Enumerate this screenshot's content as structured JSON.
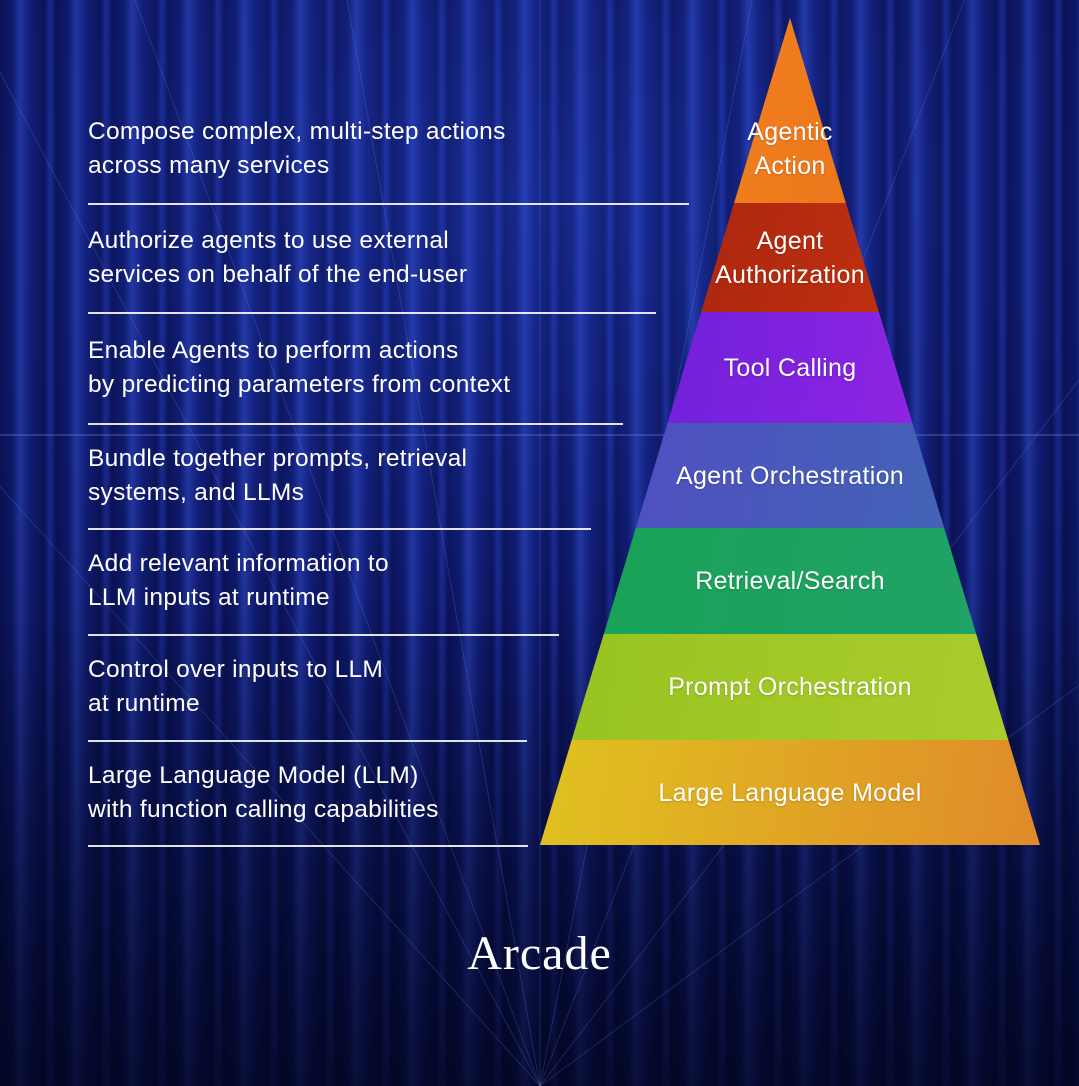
{
  "brand": "Arcade",
  "diagram": {
    "type": "pyramid",
    "title": "Agentic AI stack pyramid",
    "layers": [
      {
        "label": [
          "Agentic",
          "Action"
        ],
        "description": [
          "Compose complex, multi-step actions",
          "across many services"
        ],
        "colors": [
          "#f68b1e",
          "#e5651b"
        ]
      },
      {
        "label": [
          "Agent",
          "Authorization"
        ],
        "description": [
          "Authorize agents to use external",
          "services on behalf of the end-user"
        ],
        "colors": [
          "#9e1f0e",
          "#d23a10"
        ]
      },
      {
        "label": [
          "Tool Calling"
        ],
        "description": [
          "Enable Agents to perform actions",
          "by predicting parameters from context"
        ],
        "colors": [
          "#5f1ed8",
          "#a227e5"
        ]
      },
      {
        "label": [
          "Agent Orchestration"
        ],
        "description": [
          "Bundle together prompts, retrieval",
          "systems, and LLMs"
        ],
        "colors": [
          "#5646c6",
          "#3d6cb2"
        ]
      },
      {
        "label": [
          "Retrieval/Search"
        ],
        "description": [
          "Add relevant information to",
          "LLM inputs at runtime"
        ],
        "colors": [
          "#16a351",
          "#23a26a"
        ]
      },
      {
        "label": [
          "Prompt Orchestration"
        ],
        "description": [
          "Control over inputs to LLM",
          "at runtime"
        ],
        "colors": [
          "#93c11c",
          "#accd2f"
        ]
      },
      {
        "label": [
          "Large Language Model"
        ],
        "description": [
          "Large Language Model (LLM)",
          "with function calling capabilities"
        ],
        "colors": [
          "#e0d01d",
          "#e08a29"
        ]
      }
    ]
  }
}
